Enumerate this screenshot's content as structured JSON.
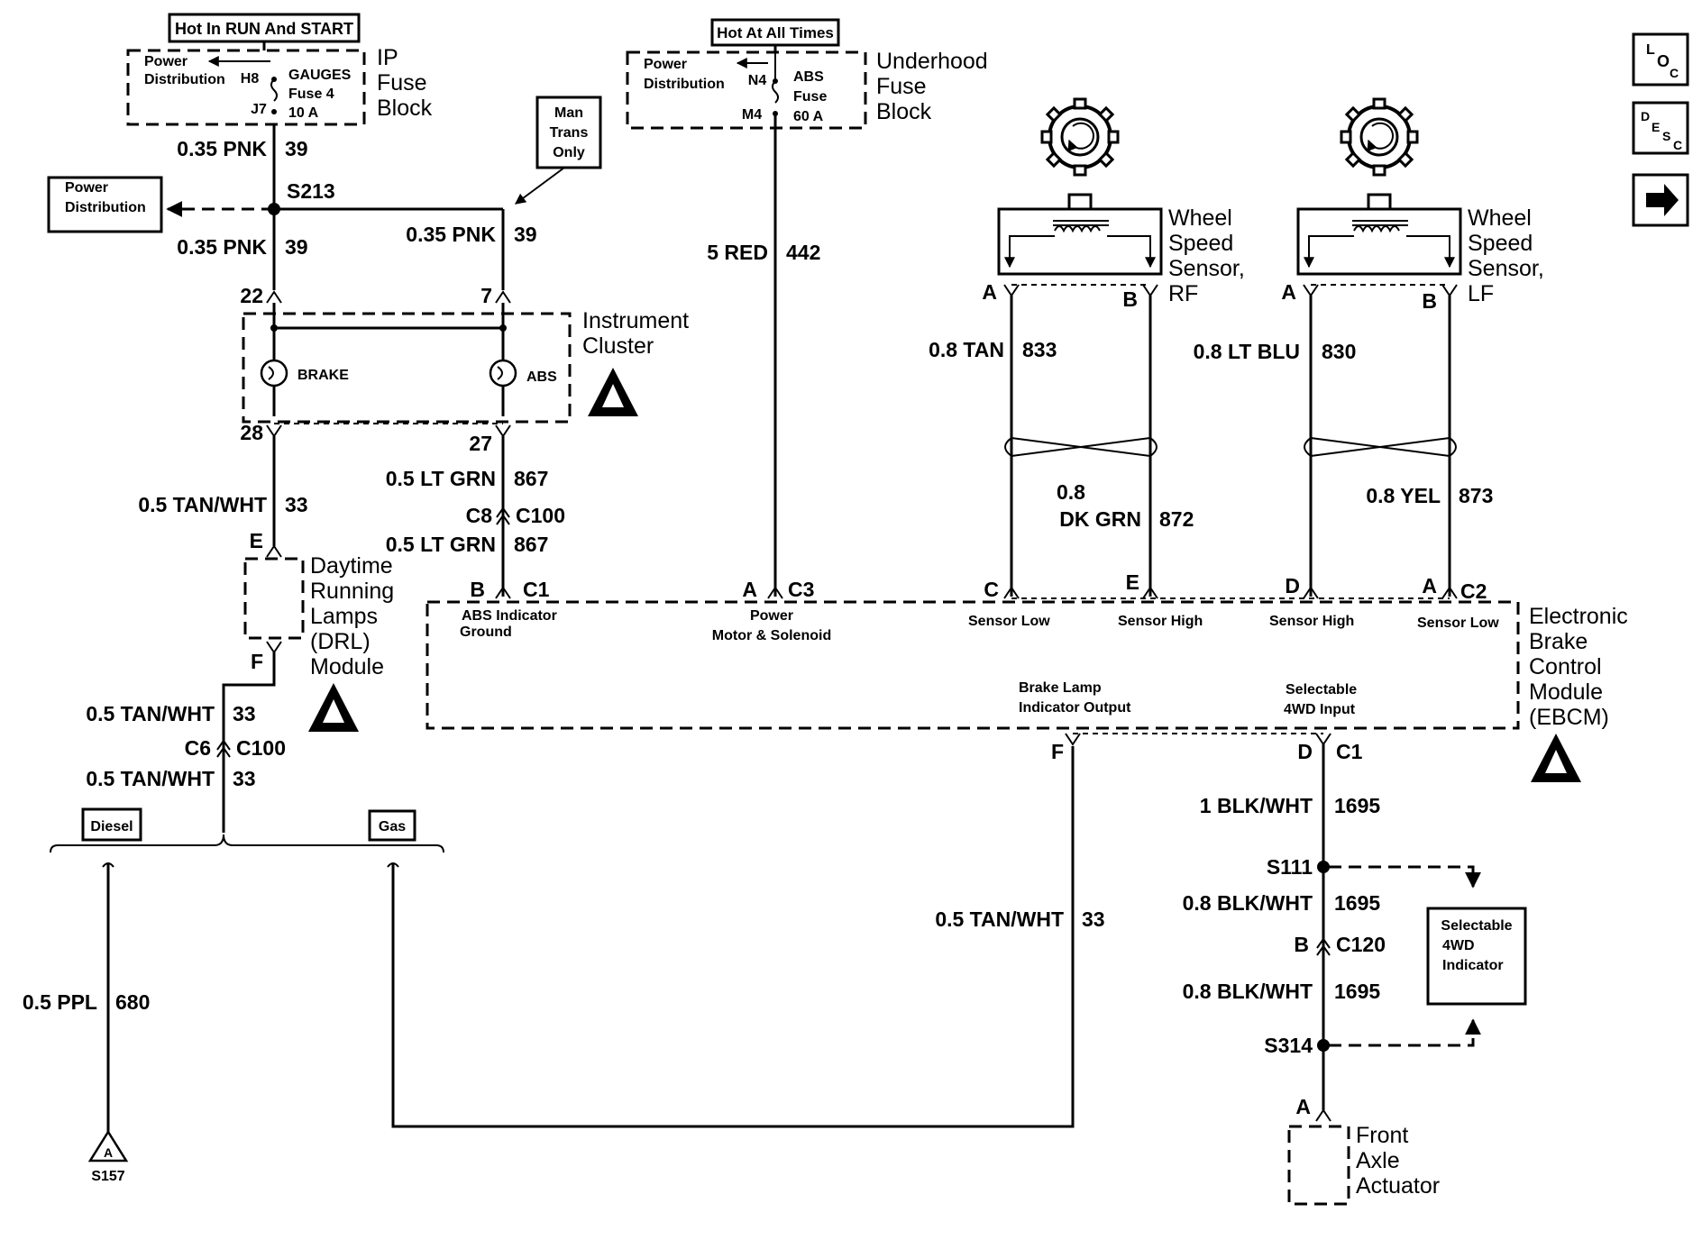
{
  "ip_fuse_block": {
    "hot_label": "Hot In RUN And START",
    "power_dist": [
      "Power",
      "Distribution"
    ],
    "h8": "H8",
    "j7": "J7",
    "fuse": [
      "GAUGES",
      "Fuse 4",
      "10 A"
    ],
    "name": [
      "IP",
      "Fuse",
      "Block"
    ]
  },
  "underhood": {
    "hot_label": "Hot At All Times",
    "power_dist": [
      "Power",
      "Distribution"
    ],
    "n4": "N4",
    "m4": "M4",
    "fuse": [
      "ABS",
      "Fuse",
      "60 A"
    ],
    "name": [
      "Underhood",
      "Fuse",
      "Block"
    ]
  },
  "man_trans": [
    "Man",
    "Trans",
    "Only"
  ],
  "power_dist_left": [
    "Power",
    "Distribution"
  ],
  "splice_s213": "S213",
  "wires": {
    "pnk_a_size": "0.35 PNK",
    "pnk_a_ckt": "39",
    "pnk_b_size": "0.35 PNK",
    "pnk_b_ckt": "39",
    "pnk_c_size": "0.35 PNK",
    "pnk_c_ckt": "39",
    "red_size": "5 RED",
    "red_ckt": "442",
    "tan_size": "0.8 TAN",
    "tan_ckt": "833",
    "ltblu_size": "0.8 LT BLU",
    "ltblu_ckt": "830",
    "dkgrn_size_1": "0.8",
    "dkgrn_size_2": "DK GRN",
    "dkgrn_ckt": "872",
    "yel_size": "0.8 YEL",
    "yel_ckt": "873",
    "ltgrn_a_size": "0.5 LT GRN",
    "ltgrn_a_ckt": "867",
    "ltgrn_b_size": "0.5 LT GRN",
    "ltgrn_b_ckt": "867",
    "tanwht_a_size": "0.5 TAN/WHT",
    "tanwht_a_ckt": "33",
    "tanwht_b_size": "0.5 TAN/WHT",
    "tanwht_b_ckt": "33",
    "tanwht_c_size": "0.5 TAN/WHT",
    "tanwht_c_ckt": "33",
    "tanwht_d_size": "0.5 TAN/WHT",
    "tanwht_d_ckt": "33",
    "ppl_size": "0.5 PPL",
    "ppl_ckt": "680",
    "blkwht_a_size": "1 BLK/WHT",
    "blkwht_a_ckt": "1695",
    "blkwht_b_size": "0.8 BLK/WHT",
    "blkwht_b_ckt": "1695",
    "blkwht_c_size": "0.8 BLK/WHT",
    "blkwht_c_ckt": "1695"
  },
  "instrument_cluster": {
    "name": [
      "Instrument",
      "Cluster"
    ],
    "brake": "BRAKE",
    "abs": "ABS",
    "pin22": "22",
    "pin7": "7",
    "pin28": "28",
    "pin27": "27"
  },
  "connectors": {
    "c8": "C8",
    "c100_a": "C100",
    "c6": "C6",
    "c100_b": "C100",
    "b_c120": "B",
    "c120": "C120"
  },
  "drl": {
    "pin_e": "E",
    "pin_f": "F",
    "name": [
      "Daytime",
      "Running",
      "Lamps",
      "(DRL)",
      "Module"
    ]
  },
  "diesel": "Diesel",
  "gas": "Gas",
  "ground": {
    "letter": "A",
    "splice": "S157"
  },
  "ebcm": {
    "name": [
      "Electronic",
      "Brake",
      "Control",
      "Module",
      "(EBCM)"
    ],
    "b": "B",
    "c1_top": "C1",
    "abs_ind": [
      "ABS Indicator",
      "Ground"
    ],
    "a": "A",
    "c3": "C3",
    "power": [
      "Power",
      "Motor & Solenoid"
    ],
    "c_pin": "C",
    "sensor_low_1": "Sensor Low",
    "e_pin": "E",
    "sensor_high_1": "Sensor High",
    "d_pin": "D",
    "sensor_high_2": "Sensor High",
    "a_pin2": "A",
    "c2": "C2",
    "sensor_low_2": "Sensor Low",
    "brake_lamp": [
      "Brake Lamp",
      "Indicator Output"
    ],
    "sel4wd": [
      "Selectable",
      "4WD Input"
    ],
    "f_pin": "F",
    "d_bot": "D",
    "c1_bot": "C1"
  },
  "wss_rf": {
    "a": "A",
    "b": "B",
    "name": [
      "Wheel",
      "Speed",
      "Sensor,",
      "RF"
    ]
  },
  "wss_lf": {
    "a": "A",
    "b": "B",
    "name": [
      "Wheel",
      "Speed",
      "Sensor,",
      "LF"
    ]
  },
  "s111": "S111",
  "s314": "S314",
  "sel4wd_ind": [
    "Selectable",
    "4WD",
    "Indicator"
  ],
  "front_axle": {
    "a": "A",
    "name": [
      "Front",
      "Axle",
      "Actuator"
    ]
  },
  "side_icons": {
    "loc": {
      "l": "L",
      "o": "O",
      "c": "C"
    },
    "desc": {
      "d": "D",
      "e": "E",
      "s": "S",
      "c": "C"
    }
  }
}
